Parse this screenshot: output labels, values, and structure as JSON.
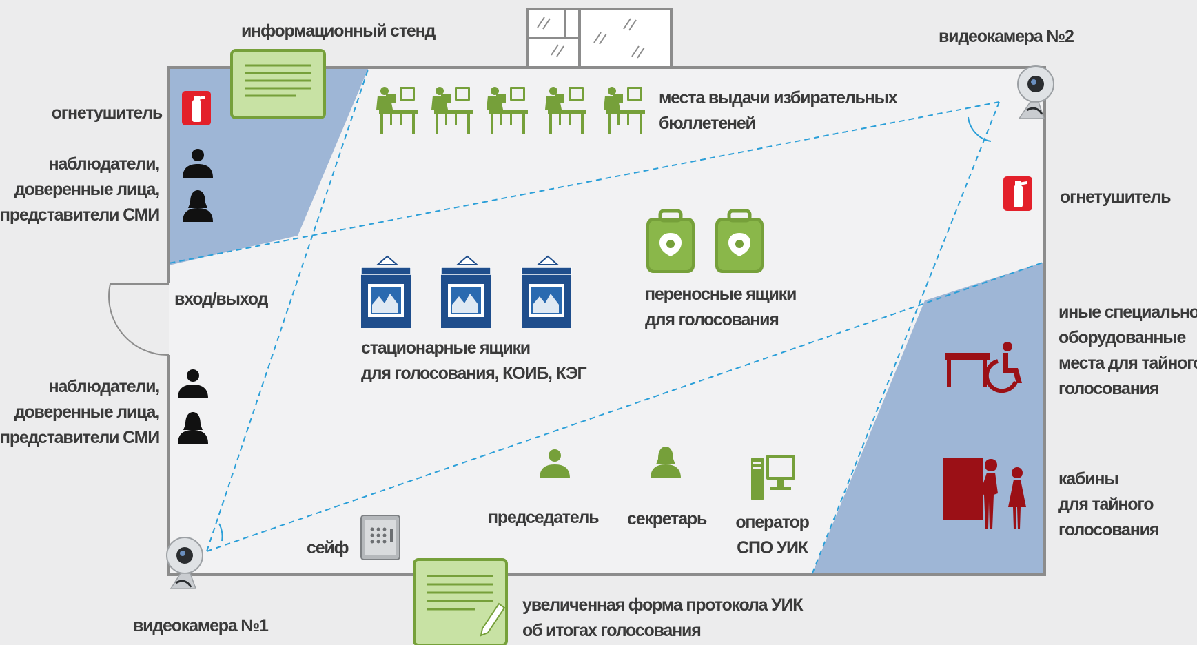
{
  "labels": {
    "info_stand": "информационный стенд",
    "camera_2": "видеокамера №2",
    "camera_1": "видеокамера №1",
    "extinguisher_left": "огнетушитель",
    "extinguisher_right": "огнетушитель",
    "observers_top": "наблюдатели,\nдоверенные лица,\nпредставители СМИ",
    "observers_bottom": "наблюдатели,\nдоверенные лица,\nпредставители СМИ",
    "entrance": "вход/выход",
    "ballot_issue": "места выдачи избирательных\nбюллетеней",
    "stationary_boxes": "стационарные ящики\nдля голосования, КОИБ, КЭГ",
    "portable_boxes": "переносные ящики\nдля голосования",
    "special_places": "иные специально\nоборудованные\nместа для тайного\nголосования",
    "booths": "кабины\nдля тайного\nголосования",
    "chairman": "председатель",
    "secretary": "секретарь",
    "operator": "оператор\nСПО УИК",
    "safe": "сейф",
    "protocol_form": "увеличенная форма протокола УИК\nоб итогах голосования"
  },
  "colors": {
    "background": "#ececed",
    "room_fill": "#f2f2f3",
    "wall": "#8c8c8c",
    "zone_blue": "#9eb6d6",
    "green": "#76a03a",
    "green_light": "#c8e2a4",
    "navy": "#1f4e8c",
    "dark_red": "#9b1016",
    "red": "#e3202a",
    "camera_line": "#2b9fd8",
    "text": "#3a3a3a"
  }
}
